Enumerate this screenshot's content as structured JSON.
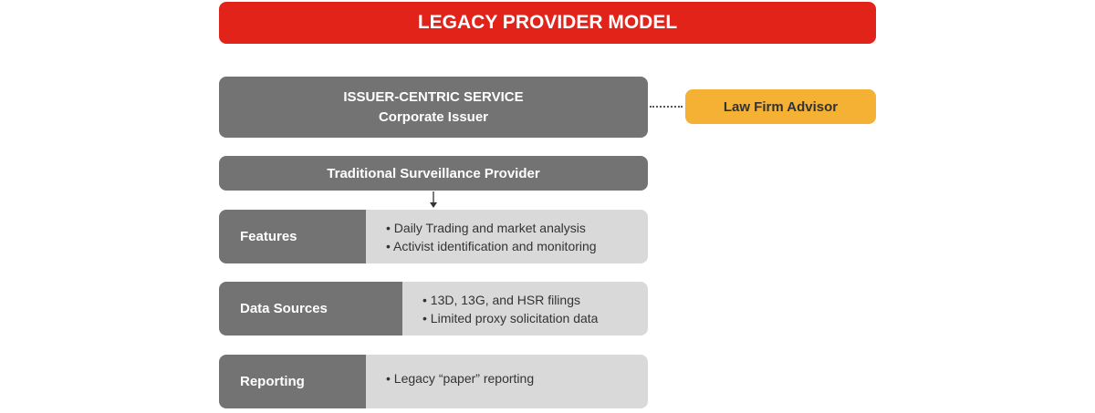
{
  "title": "LEGACY PROVIDER MODEL",
  "issuer": {
    "line1": "ISSUER-CENTRIC SERVICE",
    "line2": "Corporate Issuer"
  },
  "advisor": "Law Firm Advisor",
  "provider": "Traditional Surveillance Provider",
  "rows": [
    {
      "label": "Features",
      "items": [
        "• Daily Trading and market analysis",
        "• Activist identification and monitoring"
      ]
    },
    {
      "label": "Data Sources",
      "items": [
        "• 13D, 13G, and HSR filings",
        "• Limited proxy solicitation data"
      ]
    },
    {
      "label": "Reporting",
      "items": [
        "• Legacy “paper” reporting"
      ]
    }
  ],
  "colors": {
    "red": "#e2231a",
    "gray": "#737373",
    "light": "#d9d9d9",
    "orange": "#f4b133"
  }
}
